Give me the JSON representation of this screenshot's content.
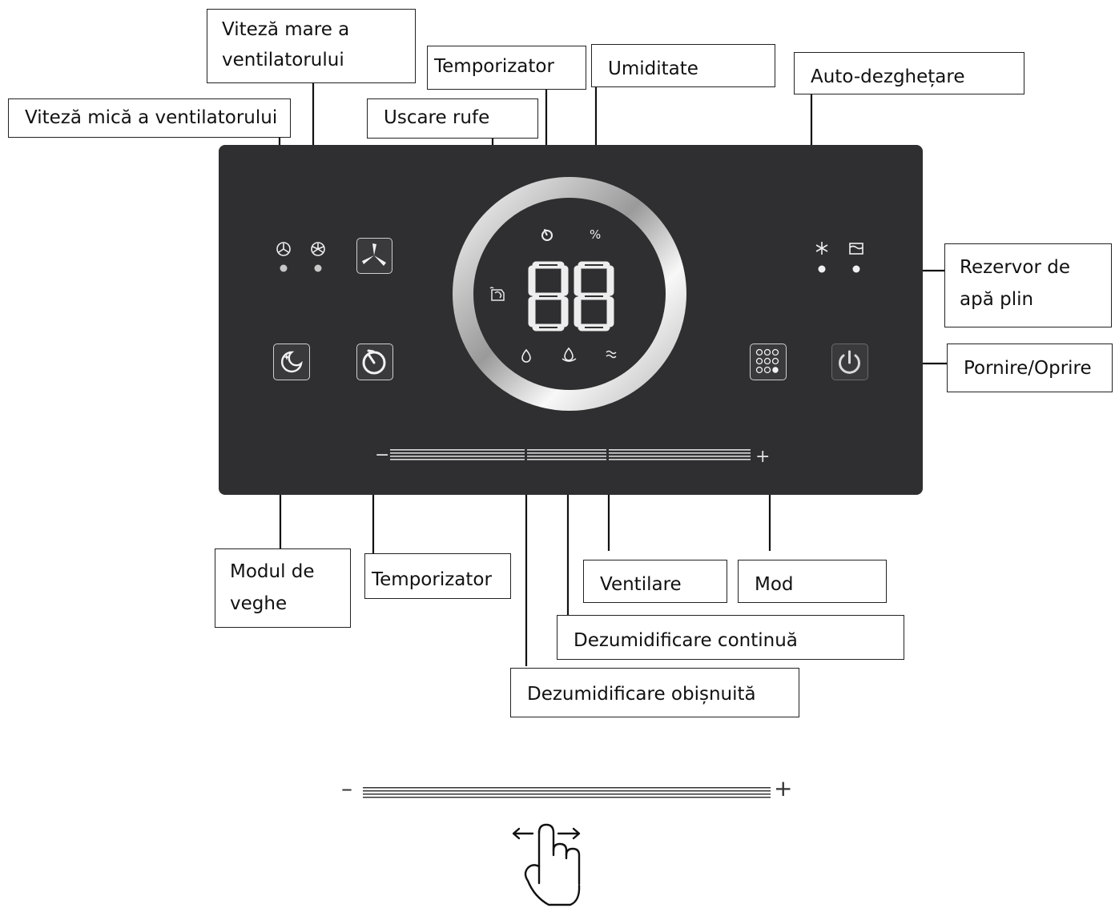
{
  "labels": {
    "fan_low": "Viteză mică a ventilatorului",
    "fan_high_line1": "Viteză mare a",
    "fan_high_line2": "ventilatorului",
    "timer_top": "Temporizator",
    "humidity": "Umiditate",
    "laundry": "Uscare rufe",
    "defrost": "Auto-dezghețare",
    "tank_full_line1": "Rezervor de",
    "tank_full_line2": "apă plin",
    "power": "Pornire/Oprire",
    "sleep_line1": "Modul de",
    "sleep_line2": "veghe",
    "timer_bottom": "Temporizator",
    "ventilation": "Ventilare",
    "mode": "Mod",
    "continuous": "Dezumidificare continuă",
    "normal": "Dezumidificare obișnuită"
  },
  "display": {
    "digits": "88",
    "percent_symbol": "%"
  },
  "slider": {
    "minus": "–",
    "plus": "+"
  },
  "icons": [
    "fan-low-icon",
    "fan-high-icon",
    "fan-speed-button-icon",
    "timer-icon",
    "percent-icon",
    "laundry-icon",
    "snowflake-icon",
    "water-tank-icon",
    "sleep-icon",
    "timer-button-icon",
    "normal-dehumidify-icon",
    "continuous-dehumidify-icon",
    "ventilation-icon",
    "mode-icon",
    "power-icon",
    "hand-swipe-icon"
  ],
  "colors": {
    "panel": "#2f2f31",
    "icon": "#e8e8e8",
    "ring": "#d8d8d8"
  }
}
